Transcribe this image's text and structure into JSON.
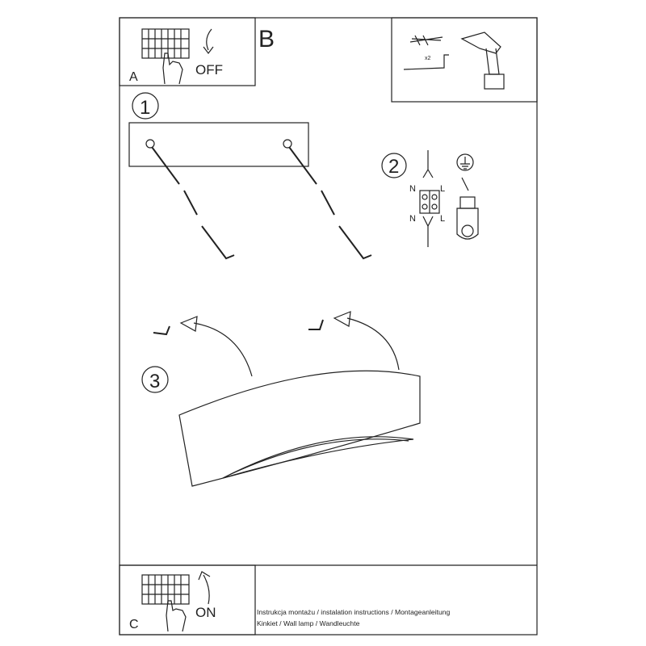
{
  "panels": {
    "a": {
      "letter": "A",
      "action": "OFF"
    },
    "b": {
      "letter": "B",
      "quantity": "x2"
    },
    "c": {
      "letter": "C",
      "action": "ON"
    }
  },
  "steps": {
    "step1": "1",
    "step2": "2",
    "step3": "3"
  },
  "wiring": {
    "top_n": "N",
    "top_l": "L",
    "bottom_n": "N",
    "bottom_l": "L"
  },
  "footer": {
    "line1": "Instrukcja montażu / instalation instructions / Montageanleitung",
    "line2": "Kinkiet / Wall lamp / Wandleuchte"
  }
}
